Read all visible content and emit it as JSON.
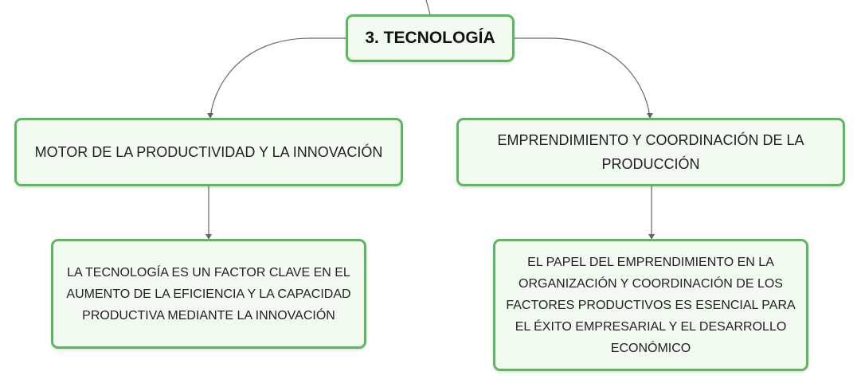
{
  "root": {
    "label": "3. TECNOLOGÍA"
  },
  "branches": [
    {
      "label": "MOTOR DE LA PRODUCTIVIDAD Y LA INNOVACIÓN",
      "child": "LA TECNOLOGÍA ES UN FACTOR CLAVE EN EL AUMENTO DE LA EFICIENCIA Y LA CAPACIDAD PRODUCTIVA MEDIANTE LA INNOVACIÓN"
    },
    {
      "label": "EMPRENDIMIENTO Y COORDINACIÓN DE LA PRODUCCIÓN",
      "child": "EL PAPEL DEL EMPRENDIMIENTO EN LA ORGANIZACIÓN Y COORDINACIÓN DE LOS FACTORES PRODUCTIVOS ES ESENCIAL PARA EL ÉXITO EMPRESARIAL Y EL DESARROLLO ECONÓMICO"
    }
  ],
  "colors": {
    "node_border": "#5cb85c",
    "node_fill": "#f2faf1",
    "connector": "#666666"
  }
}
